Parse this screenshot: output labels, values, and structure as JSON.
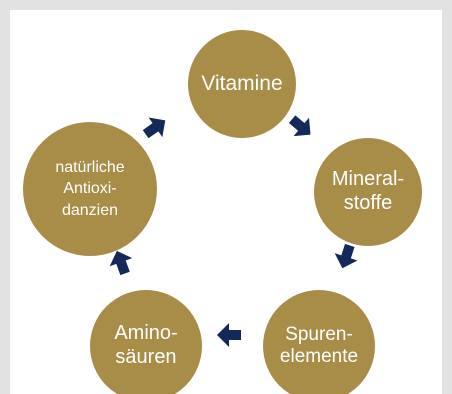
{
  "diagram": {
    "nodes": [
      {
        "id": "vitamine",
        "label": "Vitamine"
      },
      {
        "id": "mineralstoffe",
        "label": "Mineral-\nstoffe"
      },
      {
        "id": "spurenelemente",
        "label": "Spuren-\nelemente"
      },
      {
        "id": "aminosaeuren",
        "label": "Amino-\nsäuren"
      },
      {
        "id": "antioxidanzien",
        "label": "natürliche\nAntioxi-\ndanzien"
      }
    ],
    "cycle_order": [
      "vitamine",
      "mineralstoffe",
      "spurenelemente",
      "aminosaeuren",
      "antioxidanzien"
    ]
  },
  "colors": {
    "node_fill": "#a88d49",
    "node_text": "#ffffff",
    "arrow": "#14285a",
    "frame": "#e2e2e2",
    "panel": "#ffffff"
  }
}
